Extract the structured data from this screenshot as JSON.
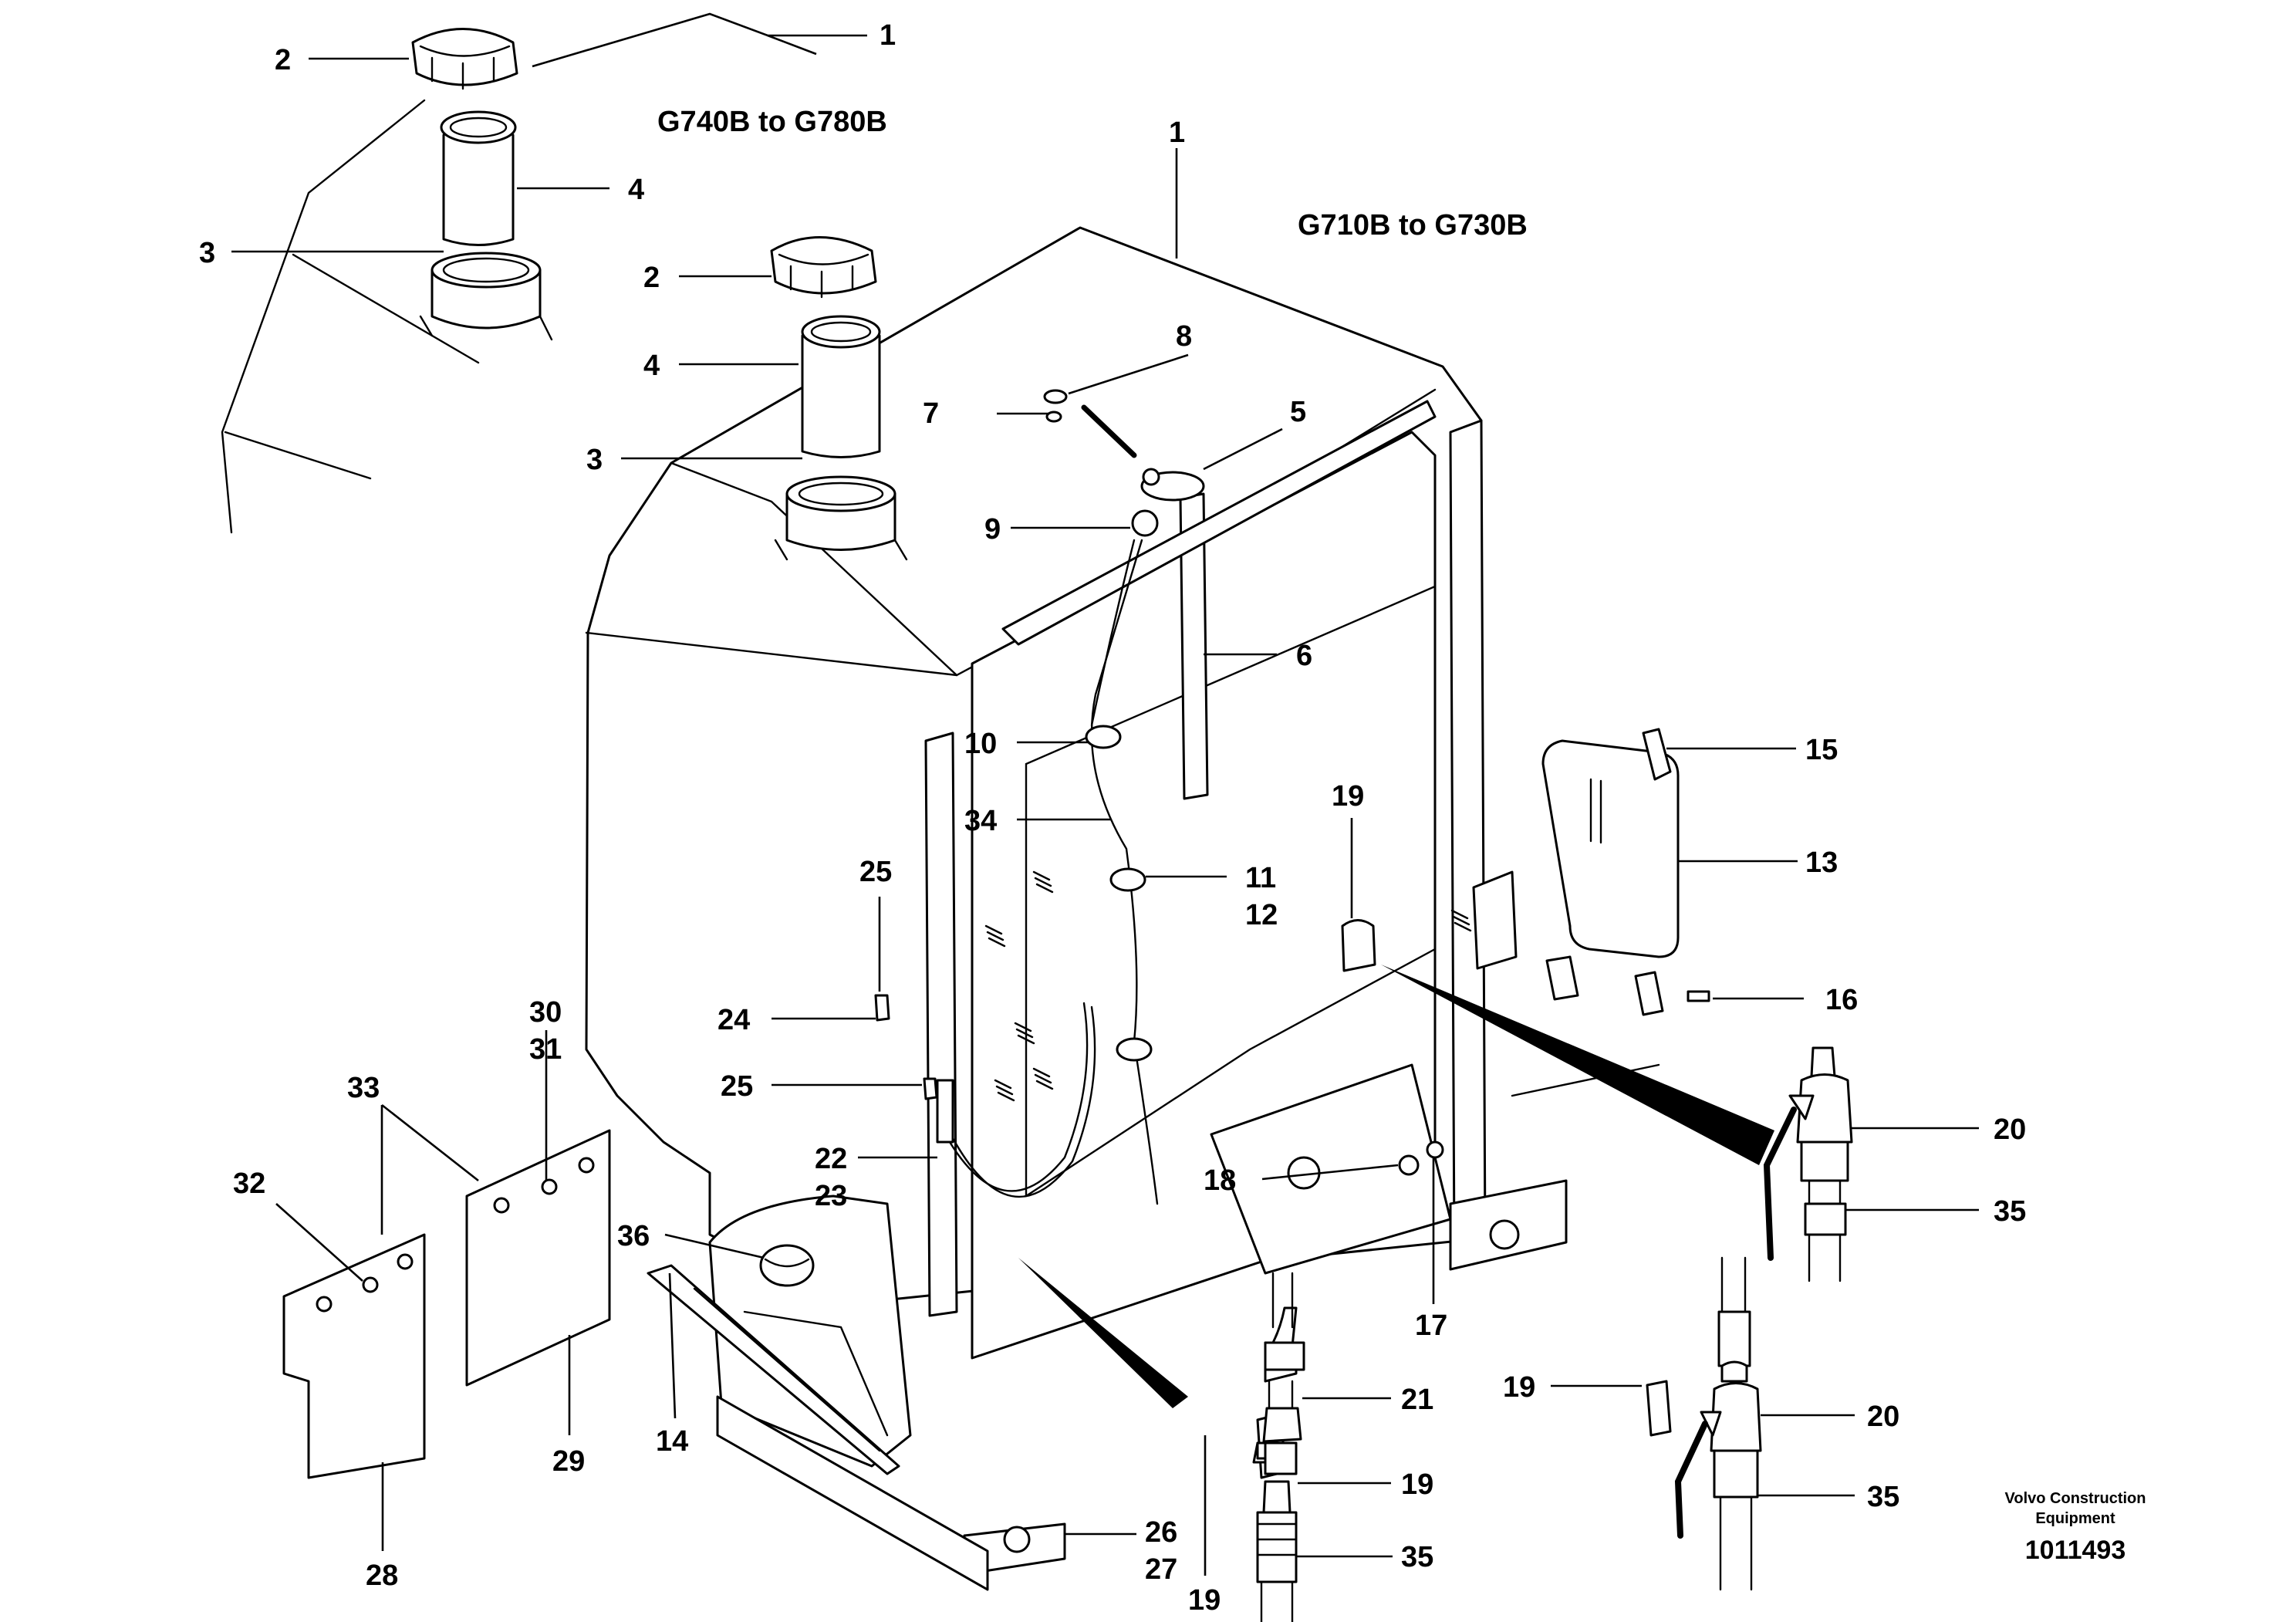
{
  "models": {
    "upper": "G740B to G780B",
    "main": "G710B to G730B"
  },
  "callouts": {
    "c1a": "1",
    "c2a": "2",
    "c4a": "4",
    "c3a": "3",
    "c1b": "1",
    "c2b": "2",
    "c4b": "4",
    "c3b": "3",
    "c8": "8",
    "c7": "7",
    "c5": "5",
    "c9": "9",
    "c6": "6",
    "c10": "10",
    "c34": "34",
    "c11": "11",
    "c12": "12",
    "c25a": "25",
    "c24": "24",
    "c25b": "25",
    "c22": "22",
    "c23": "23",
    "c36": "36",
    "c14": "14",
    "c19a": "19",
    "c15": "15",
    "c13": "13",
    "c16": "16",
    "c20a": "20",
    "c35a": "35",
    "c18": "18",
    "c17": "17",
    "c30": "30",
    "c31": "31",
    "c33": "33",
    "c32": "32",
    "c29": "29",
    "c28": "28",
    "c21": "21",
    "c19b": "19",
    "c35b": "35",
    "c19c": "19",
    "c26": "26",
    "c27": "27",
    "c19d": "19",
    "c20b": "20",
    "c35c": "35"
  },
  "footer": {
    "brand_line1": "Volvo Construction",
    "brand_line2": "Equipment",
    "doc_number": "1011493"
  }
}
